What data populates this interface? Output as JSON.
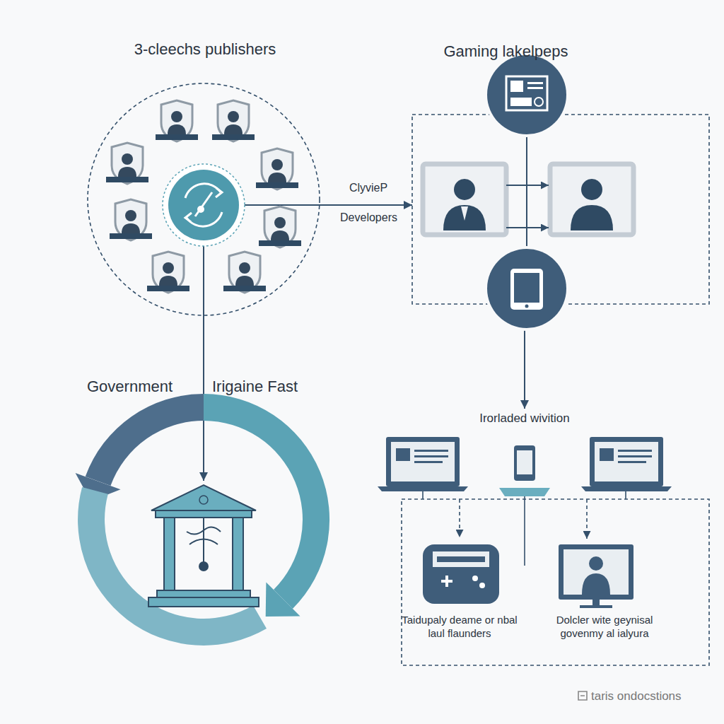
{
  "diagram": {
    "nodes": [
      {
        "text": [
          "3-cleechs publishers"
        ]
      },
      {
        "text": [
          "Gaming lakelpeps"
        ]
      },
      {
        "text": [
          "Government",
          "Irigaine Fast"
        ]
      },
      {
        "text": [
          "Irorladed wivition"
        ]
      }
    ],
    "edges": [
      {
        "from": 0,
        "to": 1,
        "arrow": "to",
        "label": "Developers"
      },
      {
        "from": 0,
        "to": 2,
        "arrow": "to"
      },
      {
        "from": 1,
        "to": 3,
        "arrow": "to"
      }
    ],
    "labels": [
      "ClyvieP",
      "Taidupaly deame or nbal laul flaunders",
      "Dolcler wite geynisal govenmy al ialyura",
      "taris ondocstions"
    ]
  }
}
